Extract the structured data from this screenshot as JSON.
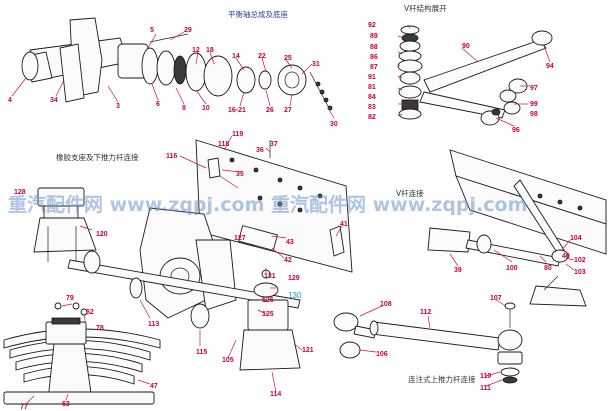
{
  "titles": {
    "top_center": "平衡轴总成及底座",
    "top_right": "V杆结构展开",
    "mid_left": "橡胶支座及下推力杆连接",
    "mid_right": "V杆连接",
    "bottom_right": "连注式上推力杆连接"
  },
  "watermark": {
    "text": "重汽配件网  www.zqpj.com  重汽配件网  www.zqpj.com"
  },
  "colors": {
    "label": "#c8003c",
    "label_alt": "#19a3b5",
    "title_blue": "#2a3ea8",
    "watermark": "#6e96c8"
  },
  "labels": [
    {
      "text": "5"
    },
    {
      "text": "29"
    },
    {
      "text": "12"
    },
    {
      "text": "18"
    },
    {
      "text": "14"
    },
    {
      "text": "22"
    },
    {
      "text": "4"
    },
    {
      "text": "34"
    },
    {
      "text": "3"
    },
    {
      "text": "6"
    },
    {
      "text": "8"
    },
    {
      "text": "10"
    },
    {
      "text": "16-21"
    },
    {
      "text": "26"
    },
    {
      "text": "27"
    },
    {
      "text": "25"
    },
    {
      "text": "31"
    },
    {
      "text": "30"
    },
    {
      "text": "92"
    },
    {
      "text": "89"
    },
    {
      "text": "88"
    },
    {
      "text": "86"
    },
    {
      "text": "87"
    },
    {
      "text": "91"
    },
    {
      "text": "81"
    },
    {
      "text": "84"
    },
    {
      "text": "83"
    },
    {
      "text": "82"
    },
    {
      "text": "90"
    },
    {
      "text": "94"
    },
    {
      "text": "97"
    },
    {
      "text": "99"
    },
    {
      "text": "98"
    },
    {
      "text": "96"
    },
    {
      "text": "119"
    },
    {
      "text": "118"
    },
    {
      "text": "37"
    },
    {
      "text": "116"
    },
    {
      "text": "36"
    },
    {
      "text": "35"
    },
    {
      "text": "128"
    },
    {
      "text": "120"
    },
    {
      "text": "43"
    },
    {
      "text": "42"
    },
    {
      "text": "41"
    },
    {
      "text": "127"
    },
    {
      "text": "131"
    },
    {
      "text": "129"
    },
    {
      "text": "130"
    },
    {
      "text": "126"
    },
    {
      "text": "125"
    },
    {
      "text": "113"
    },
    {
      "text": "115"
    },
    {
      "text": "105"
    },
    {
      "text": "121"
    },
    {
      "text": "114"
    },
    {
      "text": "79"
    },
    {
      "text": "62"
    },
    {
      "text": "78"
    },
    {
      "text": "47"
    },
    {
      "text": "77"
    },
    {
      "text": "63"
    },
    {
      "text": "39"
    },
    {
      "text": "100"
    },
    {
      "text": "80"
    },
    {
      "text": "104"
    },
    {
      "text": "102"
    },
    {
      "text": "103"
    },
    {
      "text": "108"
    },
    {
      "text": "106"
    },
    {
      "text": "112"
    },
    {
      "text": "107"
    },
    {
      "text": "110"
    },
    {
      "text": "111"
    },
    {
      "text": "40"
    }
  ]
}
